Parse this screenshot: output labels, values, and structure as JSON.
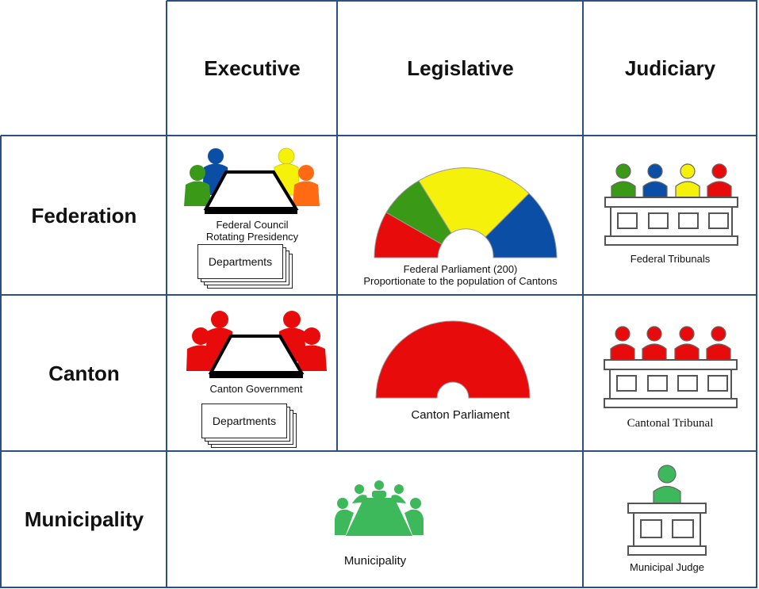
{
  "columns": [
    "Executive",
    "Legislative",
    "Judiciary"
  ],
  "rows": [
    "Federation",
    "Canton",
    "Municipality"
  ],
  "colors": {
    "grid_border": "#2b4f7e",
    "green": "#3a9a17",
    "blue": "#0a4ea6",
    "yellow": "#f5f10a",
    "red": "#e80b0b",
    "orange": "#ff6a13",
    "municipal_green": "#3db85a"
  },
  "federation": {
    "executive": {
      "line1": "Federal Council",
      "line2": "Rotating Presidency",
      "departments": "Departments"
    },
    "legislative": {
      "line1": "Federal Parliament (200)",
      "line2": "Proportionate to the population of Cantons"
    },
    "judiciary": {
      "label": "Federal Tribunals"
    }
  },
  "canton": {
    "executive": {
      "label": "Canton Government",
      "departments": "Departments"
    },
    "legislative": {
      "label": "Canton Parliament"
    },
    "judiciary": {
      "label": "Cantonal Tribunal"
    }
  },
  "municipality": {
    "executive": {
      "label": "Municipality"
    },
    "judiciary": {
      "label": "Municipal Judge"
    }
  },
  "icons": {
    "council_table": "council-table-icon",
    "parliament": "parliament-hemicycle-icon",
    "tribunal": "tribunal-bench-icon",
    "departments": "document-stack-icon",
    "municipal_council": "meeting-table-icon",
    "judge": "judge-bench-icon"
  }
}
